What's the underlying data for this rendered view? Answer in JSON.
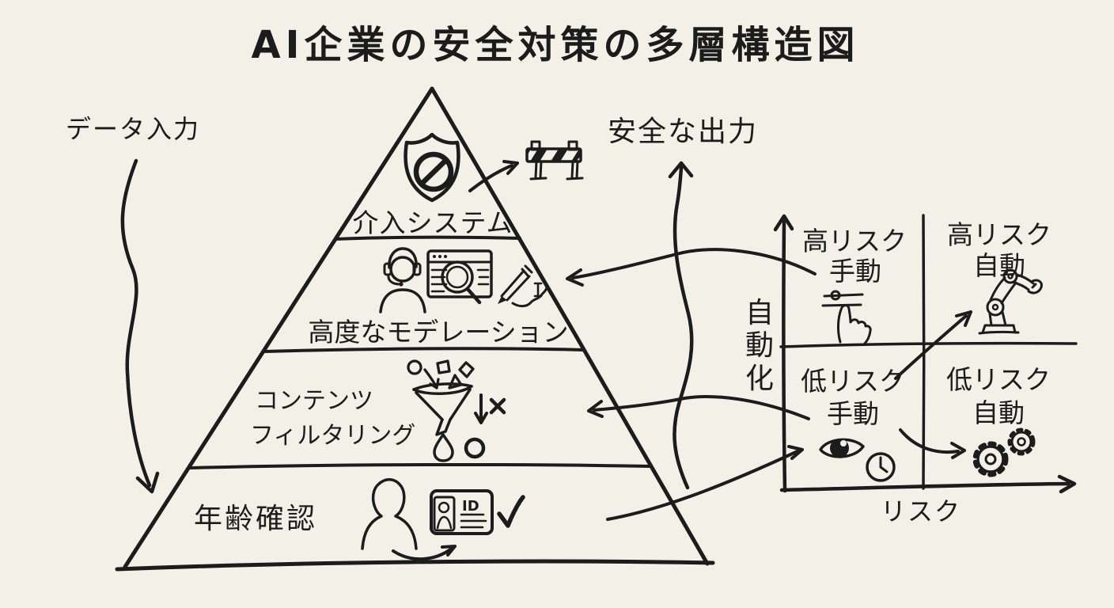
{
  "title": "AI企業の安全対策の多層構造図",
  "colors": {
    "background": "#f3f0e8",
    "ink": "#1c1c1c"
  },
  "flow": {
    "input_label": "データ入力",
    "output_label": "安全な出力"
  },
  "pyramid": {
    "layers": [
      {
        "label": "介入システム",
        "icons": [
          "blocked-shield-icon",
          "road-barrier-icon"
        ]
      },
      {
        "label": "高度なモデレーション",
        "icons": [
          "moderator-headset-icon",
          "browser-review-icon",
          "writing-hand-icon"
        ]
      },
      {
        "label": "コンテンツフィルタリング",
        "lines": [
          "コンテンツ",
          "フィルタリング"
        ],
        "icons": [
          "filter-funnel-icon",
          "rejected-item-icon"
        ]
      },
      {
        "label": "年齢確認",
        "icons": [
          "person-silhouette-icon",
          "id-card-icon",
          "check-icon"
        ],
        "id_card_text": "ID"
      }
    ]
  },
  "matrix": {
    "x_axis_label": "リスク",
    "y_axis_label": "自動化",
    "y_axis_chars": [
      "自",
      "動",
      "化"
    ],
    "quadrants": [
      {
        "id": "high-risk-manual",
        "lines": [
          "高リスク",
          "手動"
        ],
        "icon": "slider-touch-icon"
      },
      {
        "id": "high-risk-auto",
        "lines": [
          "高リスク",
          "自動"
        ],
        "icon": "robot-arm-icon"
      },
      {
        "id": "low-risk-manual",
        "lines": [
          "低リスク",
          "手動"
        ],
        "icons": [
          "eye-icon",
          "clock-icon"
        ]
      },
      {
        "id": "low-risk-auto",
        "lines": [
          "低リスク",
          "自動"
        ],
        "icon": "gears-icon"
      }
    ]
  }
}
